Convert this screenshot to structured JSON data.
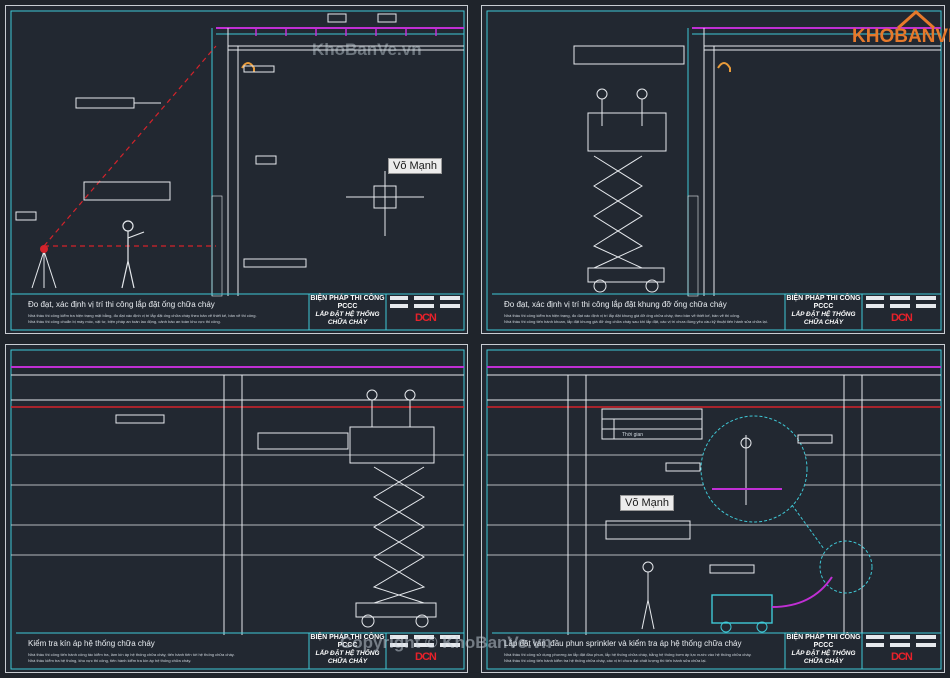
{
  "watermarks": {
    "top": "KhoBanVe.vn",
    "bottom": "Copyright © KhoBanVe.vn",
    "brand": "KHOBANVE"
  },
  "panels": [
    {
      "caption": "Đo đạt, xác định vị trí thi công lắp đặt ống chữa cháy",
      "notes": [
        "Nhà thầu thi công kiểm tra hiện trạng mặt bằng, đo đạt xác định vị trí lắp đặt ống chữa cháy theo bản vẽ thiết kế, bản vẽ thi công.",
        "Nhà thầu thi công chuẩn bị máy móc, vật tư, biện pháp an toàn lao động, cảnh báo an toàn khu vực thi công."
      ],
      "label": "Võ Mạnh"
    },
    {
      "caption": "Đo đạt, xác định vị trí thi công lắp đặt khung đỡ ống chữa cháy",
      "notes": [
        "Nhà thầu thi công kiểm tra hiện trạng, đo đạt xác định vị trí lắp đặt khung giá đỡ ống chữa cháy, theo bản vẽ thiết kế, bản vẽ thi công.",
        "Nhà thầu thi công tiến hành khoan, lắp đặt khung giá đỡ ống chữa cháy sau khi lắp đặt, các vị trí chưa đúng yêu cầu kỹ thuật tiến hành sửa chữa lại."
      ]
    },
    {
      "caption": "Kiểm tra kín áp hệ thống chữa cháy",
      "notes": [
        "Nhà thầu thi công tiến hành công tác kiểm tra, làm kín áp hệ thống chữa cháy, tiến hành tiến tới hệ thống chữa cháy.",
        "Nhà thầu kiểm tra hệ thống, khu vực thi công, tiến hành kiểm tra kín áp hệ thống chữa cháy."
      ]
    },
    {
      "caption": "Lắp đặt van, đầu phun sprinkler và kiểm tra áp hệ thống chữa cháy",
      "notes": [
        "Nhà thầu thi công sử dụng phương án lắp đặt đầu phun, lắp hệ thống chữa cháy, bằng hệ thống bơm áp lực nước vào hệ thống chữa cháy.",
        "Nhà thầu thi công tiến hành kiểm tra hệ thống chữa cháy, các vị trí chưa đạt chất lượng thì tiến hành sửa chữa lại."
      ],
      "label": "Võ Mạnh",
      "table_cell": "Thời gian"
    }
  ],
  "title_block": {
    "title_line1": "BIỆN PHÁP THI CÔNG",
    "title_line2": "PCCC",
    "subtitle_line1": "LẮP ĐẶT HỆ THỐNG",
    "subtitle_line2": "CHỮA CHÁY",
    "logo": "DCN"
  },
  "colors": {
    "line_cyan": "#3fc8d6",
    "line_purple": "#c02fd4",
    "line_white": "#e6e9ed",
    "dashed_red": "#d4232b",
    "logo_red": "#e8212a",
    "brand_orange": "#e6792b"
  }
}
